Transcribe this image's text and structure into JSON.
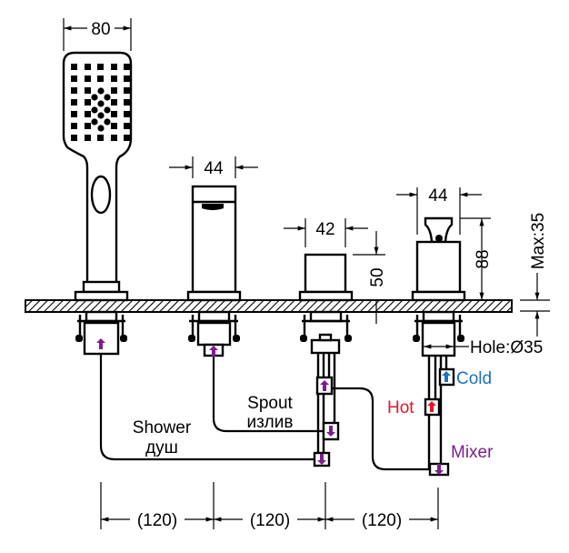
{
  "title": "Deck-mounted 4-hole bath mixer installation diagram",
  "colors": {
    "line": "#000000",
    "hot": "#e8142c",
    "cold": "#1a73c0",
    "mixer": "#7a1f8c",
    "flow_arrow": "#7a1f8c"
  },
  "dimensions": {
    "shower_width": "80",
    "spout_width": "44",
    "diverter_width": "42",
    "diverter_height": "50",
    "mixer_width": "44",
    "mixer_height": "88",
    "max_deck_thickness": "Max:35",
    "hole_diameter": "Hole:Ø35",
    "spacing": [
      "(120)",
      "(120)",
      "(120)"
    ]
  },
  "labels": {
    "shower_en": "Shower",
    "shower_ru": "душ",
    "spout_en": "Spout",
    "spout_ru": "излив",
    "hot": "Hot",
    "cold": "Cold",
    "mixer": "Mixer"
  },
  "icons": {
    "flow_arrow": "arrow-up-icon",
    "dimension_arrow": "dimension-arrow-icon"
  }
}
